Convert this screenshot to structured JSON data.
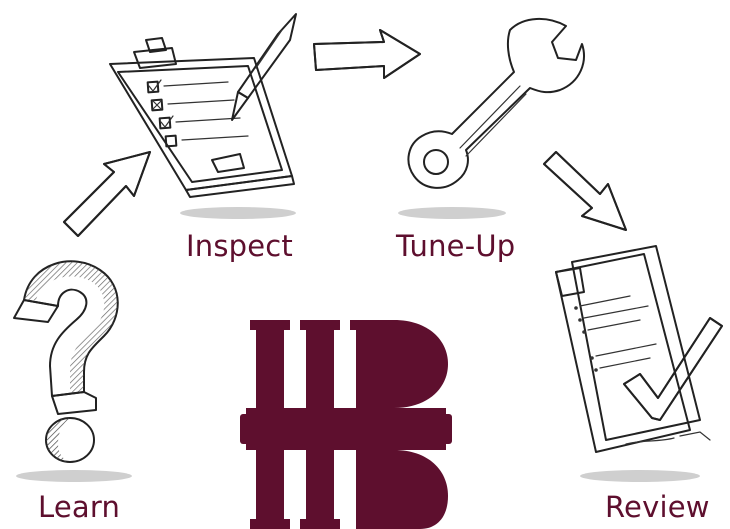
{
  "colors": {
    "accent": "#5e0f2e",
    "sketch": "#222222",
    "shadow": "#cfcfcf"
  },
  "steps": {
    "inspect": {
      "label": "Inspect",
      "icon": "clipboard-checklist-icon"
    },
    "tuneup": {
      "label": "Tune-Up",
      "icon": "wrench-icon"
    },
    "learn": {
      "label": "Learn",
      "icon": "question-mark-icon"
    },
    "review": {
      "label": "Review",
      "icon": "report-checkmark-icon"
    }
  },
  "logo": {
    "name": "monogram-logo"
  }
}
